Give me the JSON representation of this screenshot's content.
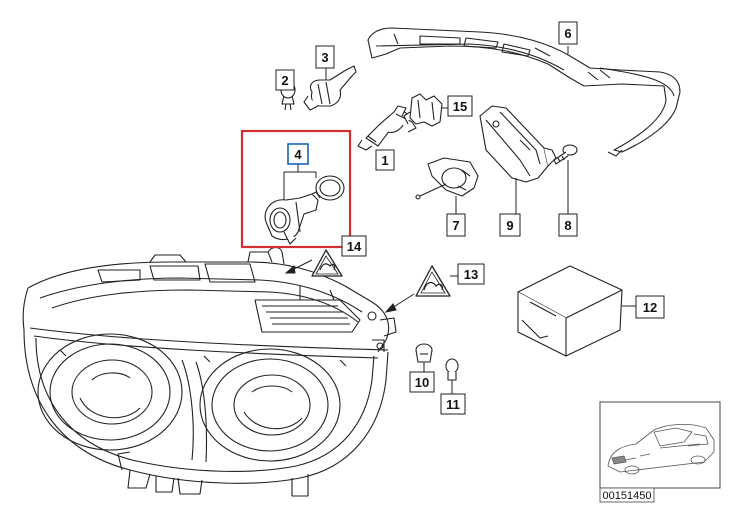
{
  "diagram": {
    "part_labels": {
      "p1": "1",
      "p2": "2",
      "p3": "3",
      "p4": "4",
      "p6": "6",
      "p7": "7",
      "p8": "8",
      "p9": "9",
      "p10": "10",
      "p11": "11",
      "p12": "12",
      "p13": "13",
      "p14": "14",
      "p15": "15"
    },
    "reference_number": "00151450",
    "highlight_color": "#d32f2f",
    "callout_4_border_color": "#1565c0"
  }
}
